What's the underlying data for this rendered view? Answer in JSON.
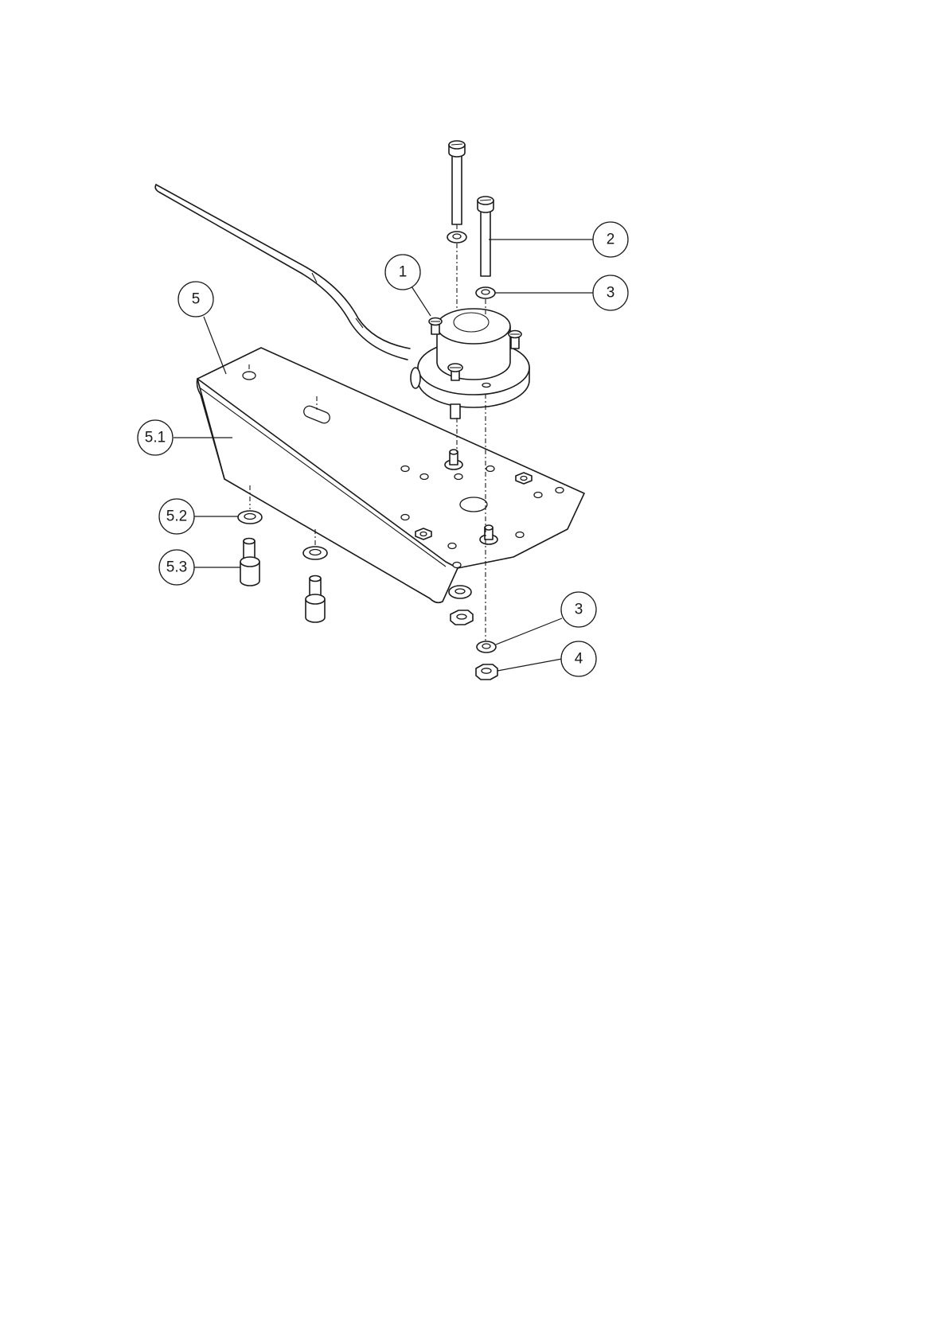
{
  "callouts": {
    "c1": "1",
    "c2": "2",
    "c3_top": "3",
    "c5": "5",
    "c5_1": "5.1",
    "c5_2": "5.2",
    "c5_3": "5.3",
    "c3_bottom": "3",
    "c4": "4"
  }
}
